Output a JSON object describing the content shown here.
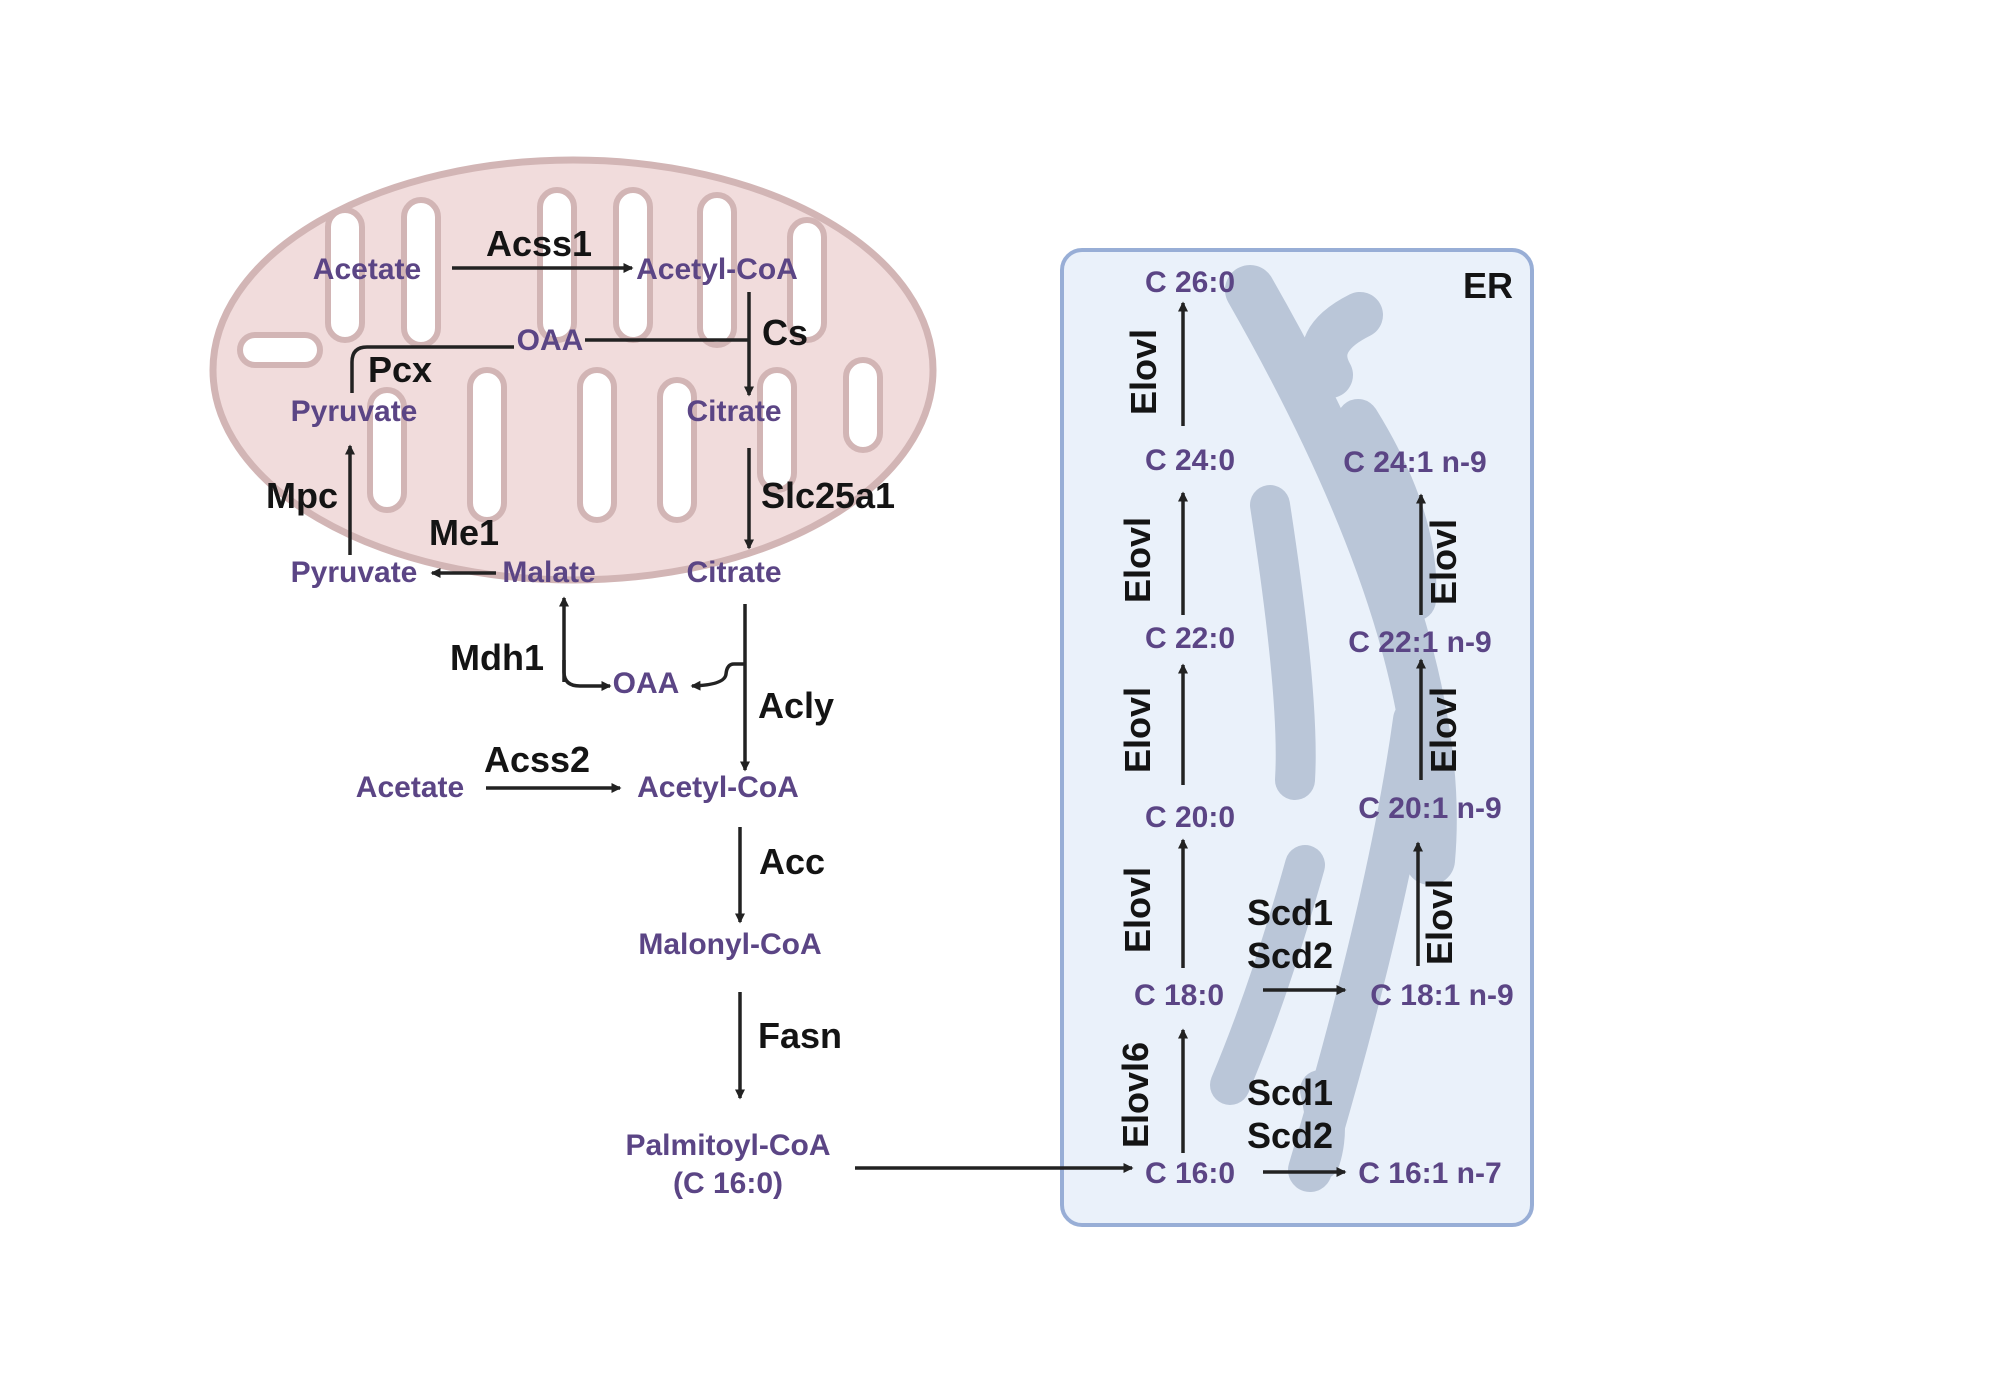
{
  "colors": {
    "metabolite": "#5b4585",
    "enzyme": "#141414",
    "mitochondrion_fill": "#f1dcdc",
    "mitochondrion_stroke": "#d2b5b5",
    "er_fill": "#eaf1fa",
    "er_stroke": "#98aed6",
    "er_membrane": "#bac6d8"
  },
  "mito": {
    "acetate": "Acetate",
    "acss1": "Acss1",
    "acetyl_coa": "Acetyl-CoA",
    "cs": "Cs",
    "oaa": "OAA",
    "pcx": "Pcx",
    "pyruvate": "Pyruvate",
    "citrate": "Citrate"
  },
  "cyto": {
    "mpc": "Mpc",
    "slc25a1": "Slc25a1",
    "me1": "Me1",
    "pyruvate": "Pyruvate",
    "malate": "Malate",
    "citrate": "Citrate",
    "mdh1": "Mdh1",
    "oaa": "OAA",
    "acly": "Acly",
    "acetate": "Acetate",
    "acss2": "Acss2",
    "acetyl_coa": "Acetyl-CoA",
    "acc": "Acc",
    "malonyl_coa": "Malonyl-CoA",
    "fasn": "Fasn",
    "palmitoyl_coa": "Palmitoyl-CoA",
    "palmitoyl_c16": "(C 16:0)"
  },
  "er": {
    "label": "ER",
    "c26_0": "C 26:0",
    "c24_0": "C 24:0",
    "c22_0": "C 22:0",
    "c20_0": "C 20:0",
    "c18_0": "C 18:0",
    "c16_0": "C 16:0",
    "c24_1": "C 24:1 n-9",
    "c22_1": "C 22:1 n-9",
    "c20_1": "C 20:1 n-9",
    "c18_1": "C 18:1 n-9",
    "c16_1": "C 16:1 n-7",
    "elovl": "Elovl",
    "elovl6": "Elovl6",
    "scd1": "Scd1",
    "scd2": "Scd2"
  }
}
